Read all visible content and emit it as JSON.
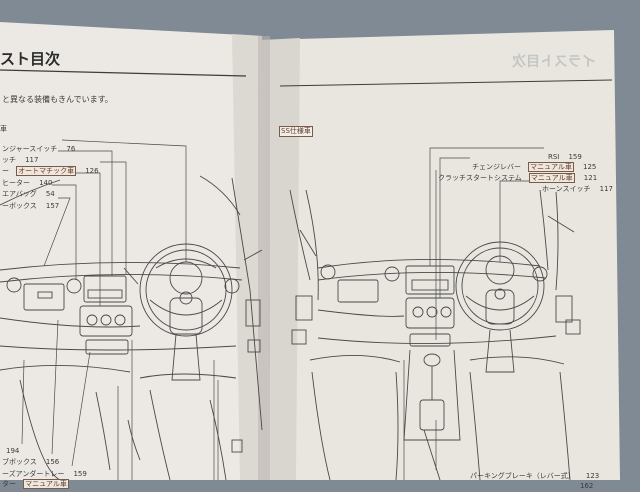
{
  "left_page": {
    "header_title": "スト目次",
    "intro_text": "と異なる装備もきんでいます。",
    "section_marker": "車",
    "callouts": [
      {
        "text": "ンジャースイッチ",
        "page": "76"
      },
      {
        "text": "ッチ",
        "page": "117"
      },
      {
        "text": "ー",
        "tag": "オートマチック車",
        "page": "126"
      },
      {
        "text": "ヒーター",
        "page": "140"
      },
      {
        "text": "エアバッグ",
        "page": "54"
      },
      {
        "text": "ーボックス",
        "page": "157"
      }
    ],
    "bottom_callouts": [
      {
        "text": "",
        "page": "194"
      },
      {
        "text": "ブボックス",
        "page": "156"
      },
      {
        "text": "ーズアンダートレー",
        "page": "159"
      },
      {
        "text": "ター",
        "tag": "マニュアル車"
      }
    ]
  },
  "right_page": {
    "header_ghost": "イラスト目次",
    "model_tag": "SS仕様車",
    "callouts": [
      {
        "text": "RSI",
        "page": "159"
      },
      {
        "text": "チェンジレバー",
        "tag": "マニュアル車",
        "page": "125"
      },
      {
        "text": "クラッチスタートシステム",
        "tag": "マニュアル車",
        "page": "121"
      },
      {
        "text": "ホーンスイッチ",
        "page": "117"
      }
    ],
    "bottom_callouts": [
      {
        "text": "パーキングブレーキ（レバー式）",
        "page": "123"
      },
      {
        "text": "",
        "page": "162"
      }
    ]
  },
  "colors": {
    "background": "#7f8a95",
    "left_page": "#ece9e4",
    "right_page": "#e9e6e0",
    "line_art": "#4a4a4a",
    "badge": "#7a5a4a"
  }
}
